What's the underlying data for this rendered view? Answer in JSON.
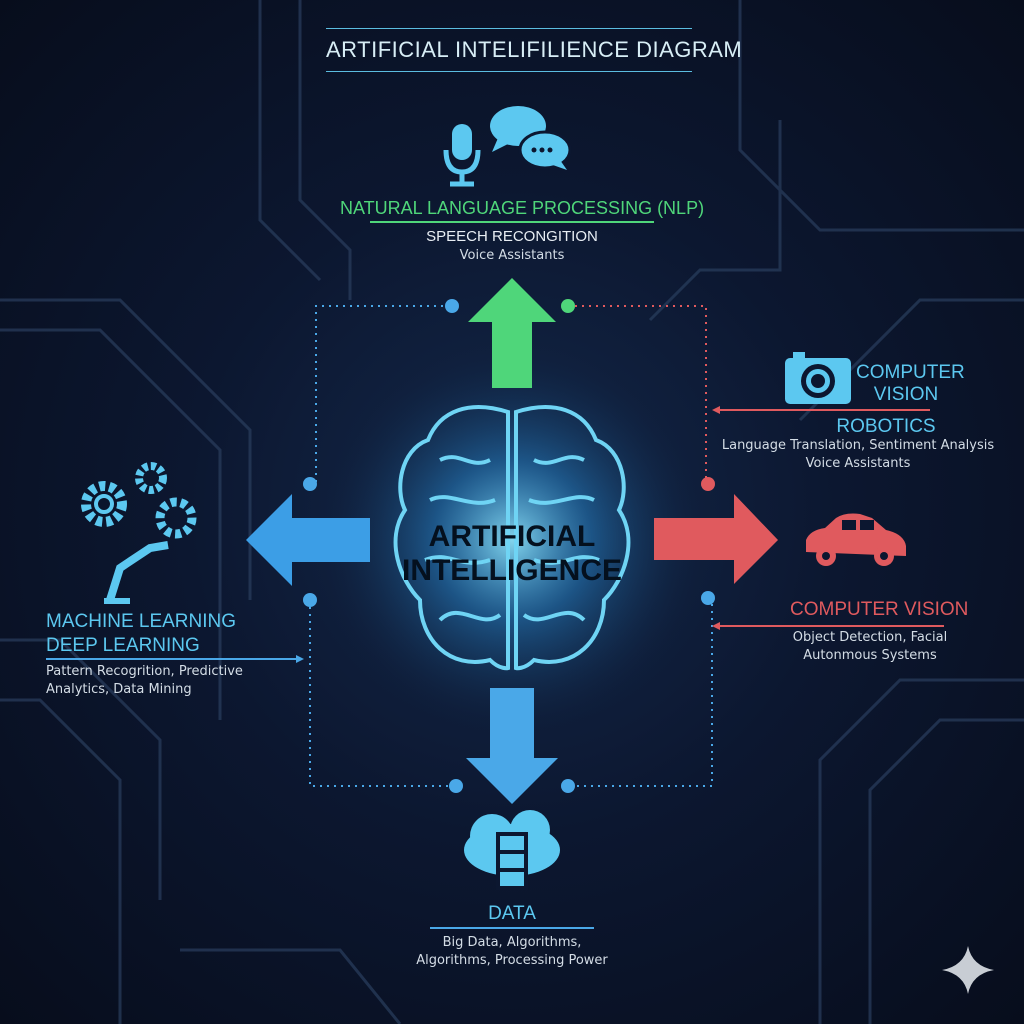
{
  "title": "ARTIFICIAL INTELIFILIENCE DIAGRAM",
  "center": {
    "line1": "ARTIFICIAL",
    "line2": "INTELLIGENCE"
  },
  "nlp": {
    "heading": "NATURAL LANGUAGE PROCESSING (NLP)",
    "sub1": "SPEECH RECONGITION",
    "sub2": "Voice Assistants"
  },
  "vision_top": {
    "heading1": "COMPUTER",
    "heading2": "VISION",
    "sub_heading": "ROBOTICS",
    "line1": "Language Translation, Sentiment Analysis",
    "line2": "Voice Assistants"
  },
  "vision_bottom": {
    "heading": "COMPUTER VISION",
    "line1": "Object Detection, Facial",
    "line2": "Autonmous Systems"
  },
  "ml": {
    "heading1": "MACHINE LEARNING",
    "heading2": "DEEP LEARNING",
    "line1": "Pattern Recogrition, Predictive",
    "line2": "Analytics, Data Mining"
  },
  "data": {
    "heading": "DATA",
    "line1": "Big Data, Algorithms,",
    "line2": "Algorithms, Processing Power"
  },
  "colors": {
    "green": "#4fd67a",
    "blue": "#4aa8e8",
    "red": "#e05a5e",
    "cyan": "#5cc8f0"
  }
}
